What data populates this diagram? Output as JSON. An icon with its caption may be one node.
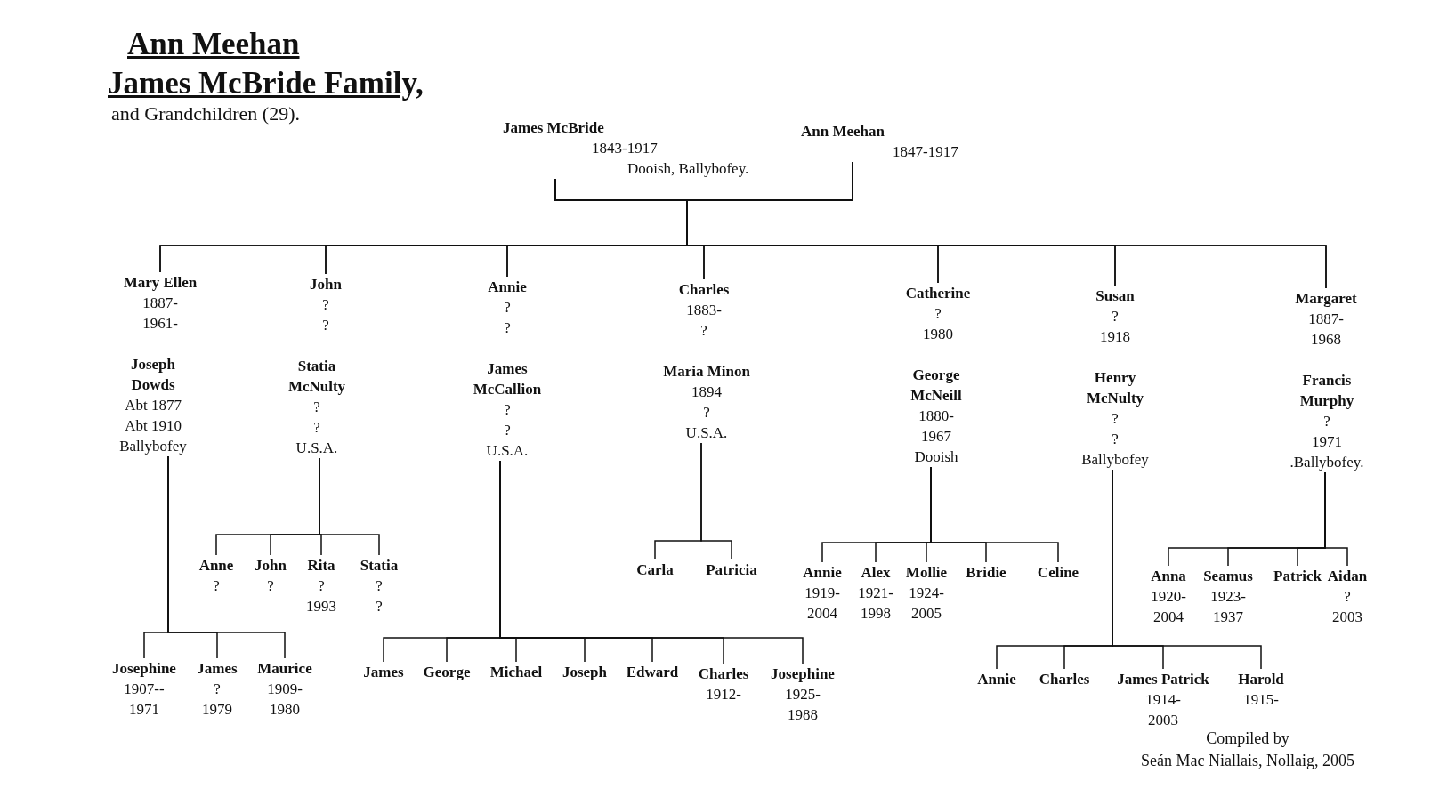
{
  "diagram": {
    "title": "Ann Meehan James McBride Family,",
    "nodes": [
      {
        "text": [
          "James McBride",
          "1843-1917",
          "Dooish, Ballybofey."
        ]
      },
      {
        "text": [
          "Ann Meehan",
          "1847-1917"
        ]
      },
      {
        "text": [
          "Mary Ellen",
          "1887-",
          "1961-"
        ]
      },
      {
        "text": [
          "John",
          "?",
          "?"
        ]
      },
      {
        "text": [
          "Annie",
          "?",
          "?"
        ]
      },
      {
        "text": [
          "Charles",
          "1883-",
          "?"
        ]
      },
      {
        "text": [
          "Catherine",
          "?",
          "1980"
        ]
      },
      {
        "text": [
          "Susan",
          "?",
          "1918"
        ]
      },
      {
        "text": [
          "Margaret",
          "1887-",
          "1968"
        ]
      },
      {
        "text": [
          "Joseph Dowds",
          "Abt 1877",
          "Abt 1910",
          "Ballybofey"
        ]
      },
      {
        "text": [
          "Statia McNulty",
          "?",
          "?",
          "U.S.A."
        ]
      },
      {
        "text": [
          "James McCallion",
          "?",
          "?",
          "U.S.A."
        ]
      },
      {
        "text": [
          "Maria Minon",
          "1894",
          "?",
          "U.S.A."
        ]
      },
      {
        "text": [
          "George McNeill",
          "1880-",
          "1967",
          "Dooish"
        ]
      },
      {
        "text": [
          "Henry McNulty",
          "?",
          "?",
          "Ballybofey"
        ]
      },
      {
        "text": [
          "Francis Murphy",
          "?",
          "1971",
          ".Ballybofey."
        ]
      },
      {
        "text": [
          "Anne",
          "?"
        ]
      },
      {
        "text": [
          "John",
          "?"
        ]
      },
      {
        "text": [
          "Rita",
          "?",
          "1993"
        ]
      },
      {
        "text": [
          "Statia",
          "?",
          "?"
        ]
      },
      {
        "text": [
          "Carla"
        ]
      },
      {
        "text": [
          "Patricia"
        ]
      },
      {
        "text": [
          "Annie",
          "1919-",
          "2004"
        ]
      },
      {
        "text": [
          "Alex",
          "1921-",
          "1998"
        ]
      },
      {
        "text": [
          "Mollie",
          "1924-",
          "2005"
        ]
      },
      {
        "text": [
          "Bridie"
        ]
      },
      {
        "text": [
          "Celine"
        ]
      },
      {
        "text": [
          "Anna",
          "1920-",
          "2004"
        ]
      },
      {
        "text": [
          "Seamus",
          "1923-",
          "1937"
        ]
      },
      {
        "text": [
          "Patrick"
        ]
      },
      {
        "text": [
          "Aidan",
          "?",
          "2003"
        ]
      },
      {
        "text": [
          "Josephine",
          "1907--",
          "1971"
        ]
      },
      {
        "text": [
          "James",
          "?",
          "1979"
        ]
      },
      {
        "text": [
          "Maurice",
          "1909-",
          "1980"
        ]
      },
      {
        "text": [
          "James"
        ]
      },
      {
        "text": [
          "George"
        ]
      },
      {
        "text": [
          "Michael"
        ]
      },
      {
        "text": [
          "Joseph"
        ]
      },
      {
        "text": [
          "Edward"
        ]
      },
      {
        "text": [
          "Charles",
          "1912-"
        ]
      },
      {
        "text": [
          "Josephine",
          "1925-",
          "1988"
        ]
      },
      {
        "text": [
          "Annie"
        ]
      },
      {
        "text": [
          "Charles"
        ]
      },
      {
        "text": [
          "James Patrick",
          "1914-",
          "2003"
        ]
      },
      {
        "text": [
          "Harold",
          "1915-"
        ]
      }
    ],
    "edges": [
      {
        "from": 0,
        "to": 2,
        "arrow": "none"
      },
      {
        "from": 0,
        "to": 3,
        "arrow": "none"
      },
      {
        "from": 0,
        "to": 4,
        "arrow": "none"
      },
      {
        "from": 0,
        "to": 5,
        "arrow": "none"
      },
      {
        "from": 0,
        "to": 6,
        "arrow": "none"
      },
      {
        "from": 0,
        "to": 7,
        "arrow": "none"
      },
      {
        "from": 0,
        "to": 8,
        "arrow": "none"
      },
      {
        "from": 1,
        "to": 2,
        "arrow": "none"
      },
      {
        "from": 1,
        "to": 3,
        "arrow": "none"
      },
      {
        "from": 1,
        "to": 4,
        "arrow": "none"
      },
      {
        "from": 1,
        "to": 5,
        "arrow": "none"
      },
      {
        "from": 1,
        "to": 6,
        "arrow": "none"
      },
      {
        "from": 1,
        "to": 7,
        "arrow": "none"
      },
      {
        "from": 1,
        "to": 8,
        "arrow": "none"
      },
      {
        "from": 10,
        "to": 16,
        "arrow": "none"
      },
      {
        "from": 10,
        "to": 17,
        "arrow": "none"
      },
      {
        "from": 10,
        "to": 18,
        "arrow": "none"
      },
      {
        "from": 10,
        "to": 19,
        "arrow": "none"
      },
      {
        "from": 12,
        "to": 20,
        "arrow": "none"
      },
      {
        "from": 12,
        "to": 21,
        "arrow": "none"
      },
      {
        "from": 13,
        "to": 22,
        "arrow": "none"
      },
      {
        "from": 13,
        "to": 23,
        "arrow": "none"
      },
      {
        "from": 13,
        "to": 24,
        "arrow": "none"
      },
      {
        "from": 13,
        "to": 25,
        "arrow": "none"
      },
      {
        "from": 13,
        "to": 26,
        "arrow": "none"
      },
      {
        "from": 15,
        "to": 27,
        "arrow": "none"
      },
      {
        "from": 15,
        "to": 28,
        "arrow": "none"
      },
      {
        "from": 15,
        "to": 29,
        "arrow": "none"
      },
      {
        "from": 15,
        "to": 30,
        "arrow": "none"
      },
      {
        "from": 9,
        "to": 31,
        "arrow": "none"
      },
      {
        "from": 9,
        "to": 32,
        "arrow": "none"
      },
      {
        "from": 9,
        "to": 33,
        "arrow": "none"
      },
      {
        "from": 11,
        "to": 34,
        "arrow": "none"
      },
      {
        "from": 11,
        "to": 35,
        "arrow": "none"
      },
      {
        "from": 11,
        "to": 36,
        "arrow": "none"
      },
      {
        "from": 11,
        "to": 37,
        "arrow": "none"
      },
      {
        "from": 11,
        "to": 38,
        "arrow": "none"
      },
      {
        "from": 11,
        "to": 39,
        "arrow": "none"
      },
      {
        "from": 11,
        "to": 40,
        "arrow": "none"
      },
      {
        "from": 14,
        "to": 41,
        "arrow": "none"
      },
      {
        "from": 14,
        "to": 42,
        "arrow": "none"
      },
      {
        "from": 14,
        "to": 43,
        "arrow": "none"
      },
      {
        "from": 14,
        "to": 44,
        "arrow": "none"
      }
    ],
    "labels": [
      "and Grandchildren (29).",
      "Compiled by",
      "Seán Mac Niallais, Nollaig, 2005"
    ]
  }
}
